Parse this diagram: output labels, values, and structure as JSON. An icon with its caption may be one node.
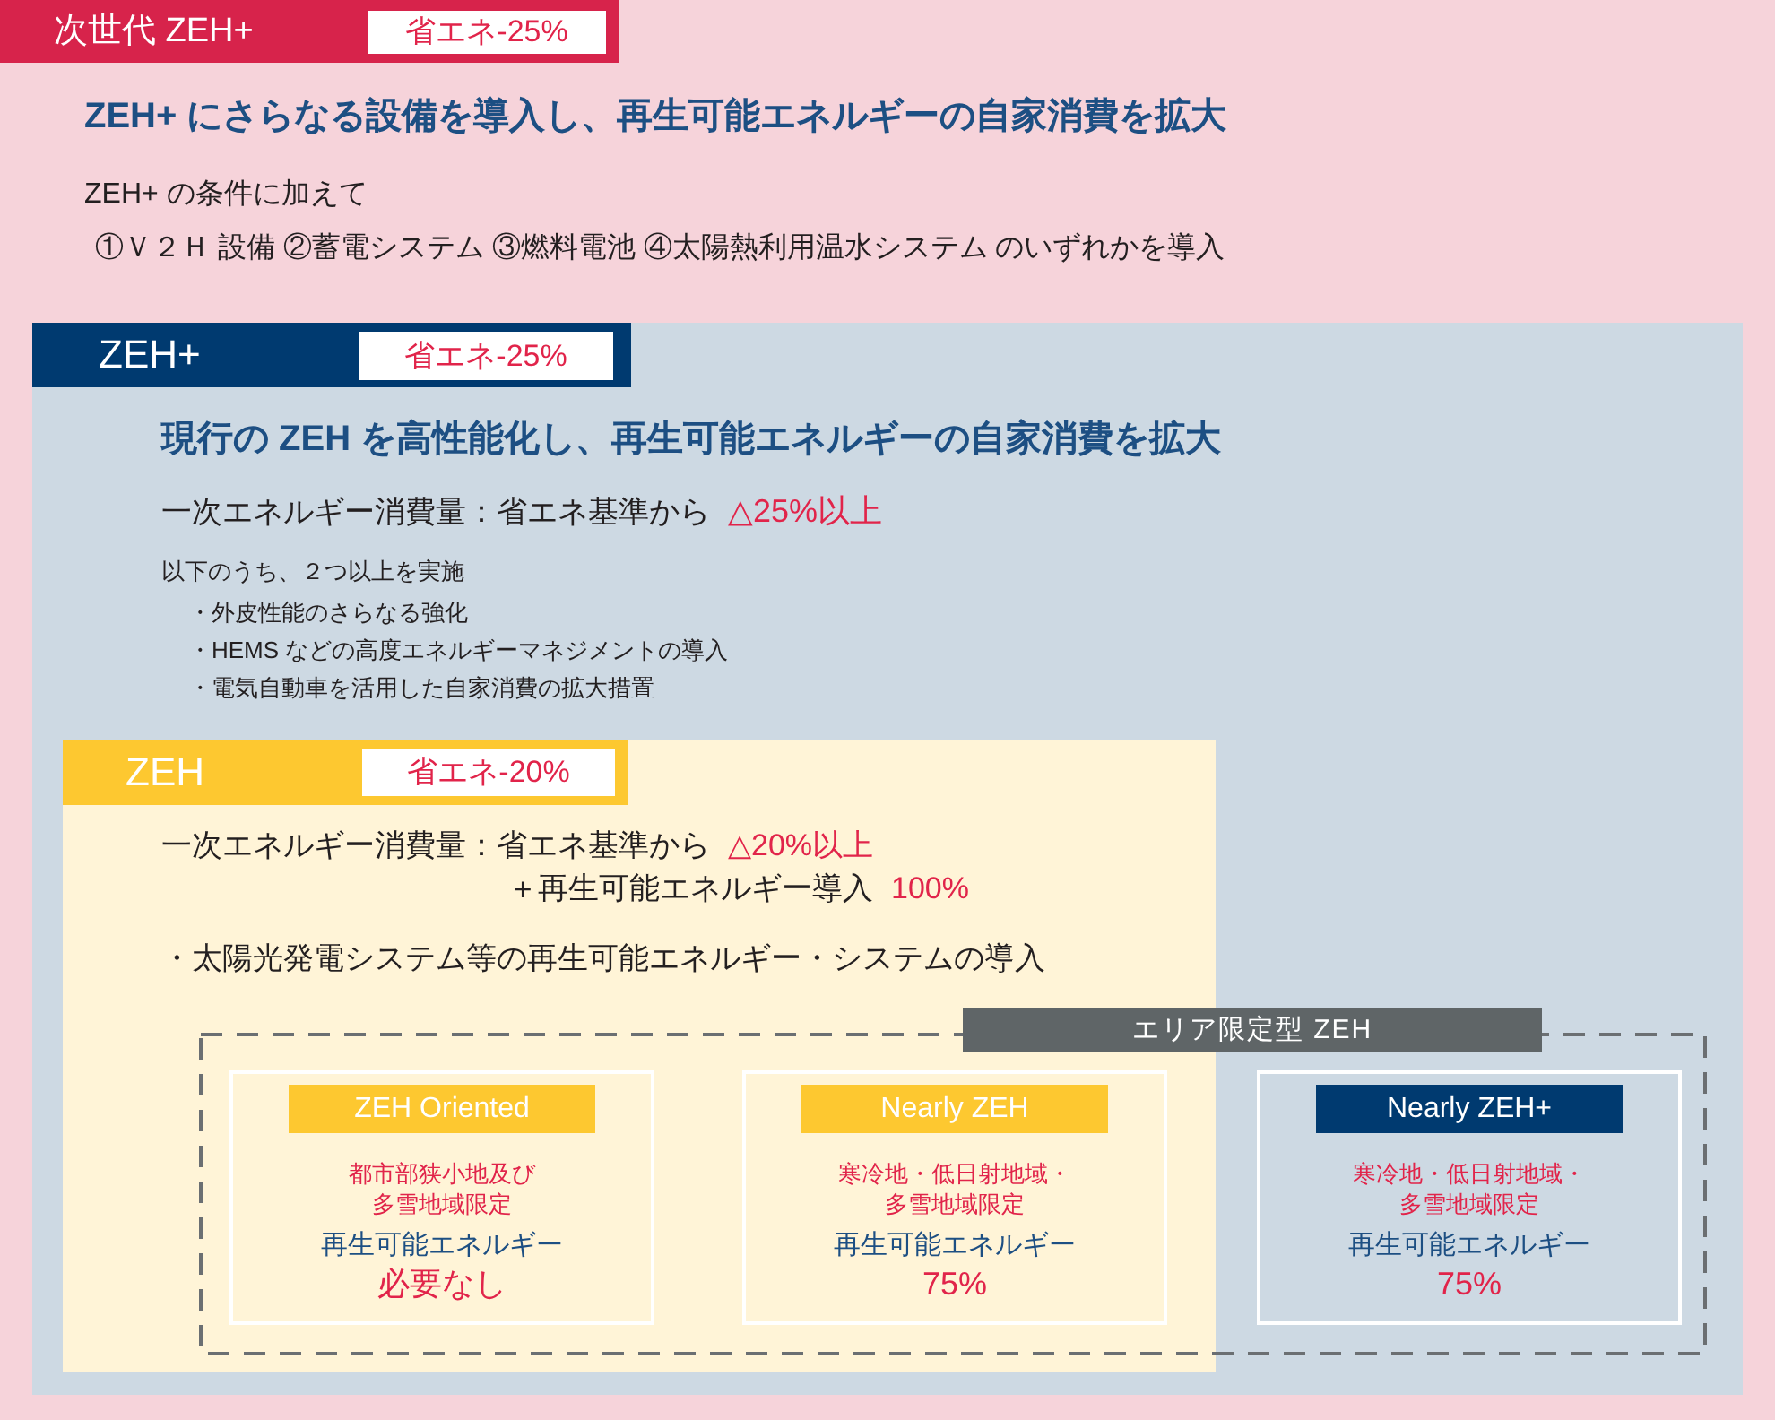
{
  "diagram": {
    "nodes": [
      {
        "text": [
          "次世代 ZEH+",
          "省エネ-25%",
          "ZEH+ にさらなる設備を導入し、再生可能エネルギーの自家消費を拡大",
          "ZEH+ の条件に加えて",
          "①Ｖ２Ｈ 設備 ②蓄電システム ③燃料電池 ④太陽熱利用温水システム のいずれかを導入"
        ]
      },
      {
        "text": [
          "ZEH+",
          "省エネ-25%",
          "現行の ZEH を高性能化し、再生可能エネルギーの自家消費を拡大",
          "一次エネルギー消費量：省エネ基準から",
          "△25%以上",
          "以下のうち、２つ以上を実施",
          "・外皮性能のさらなる強化",
          "・HEMS などの高度エネルギーマネジメントの導入",
          "・電気自動車を活用した自家消費の拡大措置"
        ],
        "in": 0
      },
      {
        "text": [
          "ZEH",
          "省エネ-20%",
          "一次エネルギー消費量：省エネ基準から",
          "△20%以上",
          "＋再生可能エネルギー導入",
          "100%",
          "・太陽光発電システム等の再生可能エネルギー・システムの導入"
        ],
        "in": 1
      },
      {
        "text": [
          "エリア限定型 ZEH"
        ],
        "in": 1
      },
      {
        "text": [
          "ZEH Oriented",
          "都市部狭小地及び多雪地域限定",
          "再生可能エネルギー",
          "必要なし"
        ]
      },
      {
        "text": [
          "Nearly ZEH",
          "寒冷地・低日射地域・多雪地域限定",
          "再生可能エネルギー",
          "75%"
        ]
      },
      {
        "text": [
          "Nearly ZEH+",
          "寒冷地・低日射地域・多雪地域限定",
          "再生可能エネルギー",
          "75%"
        ],
        "in": 3
      }
    ]
  }
}
